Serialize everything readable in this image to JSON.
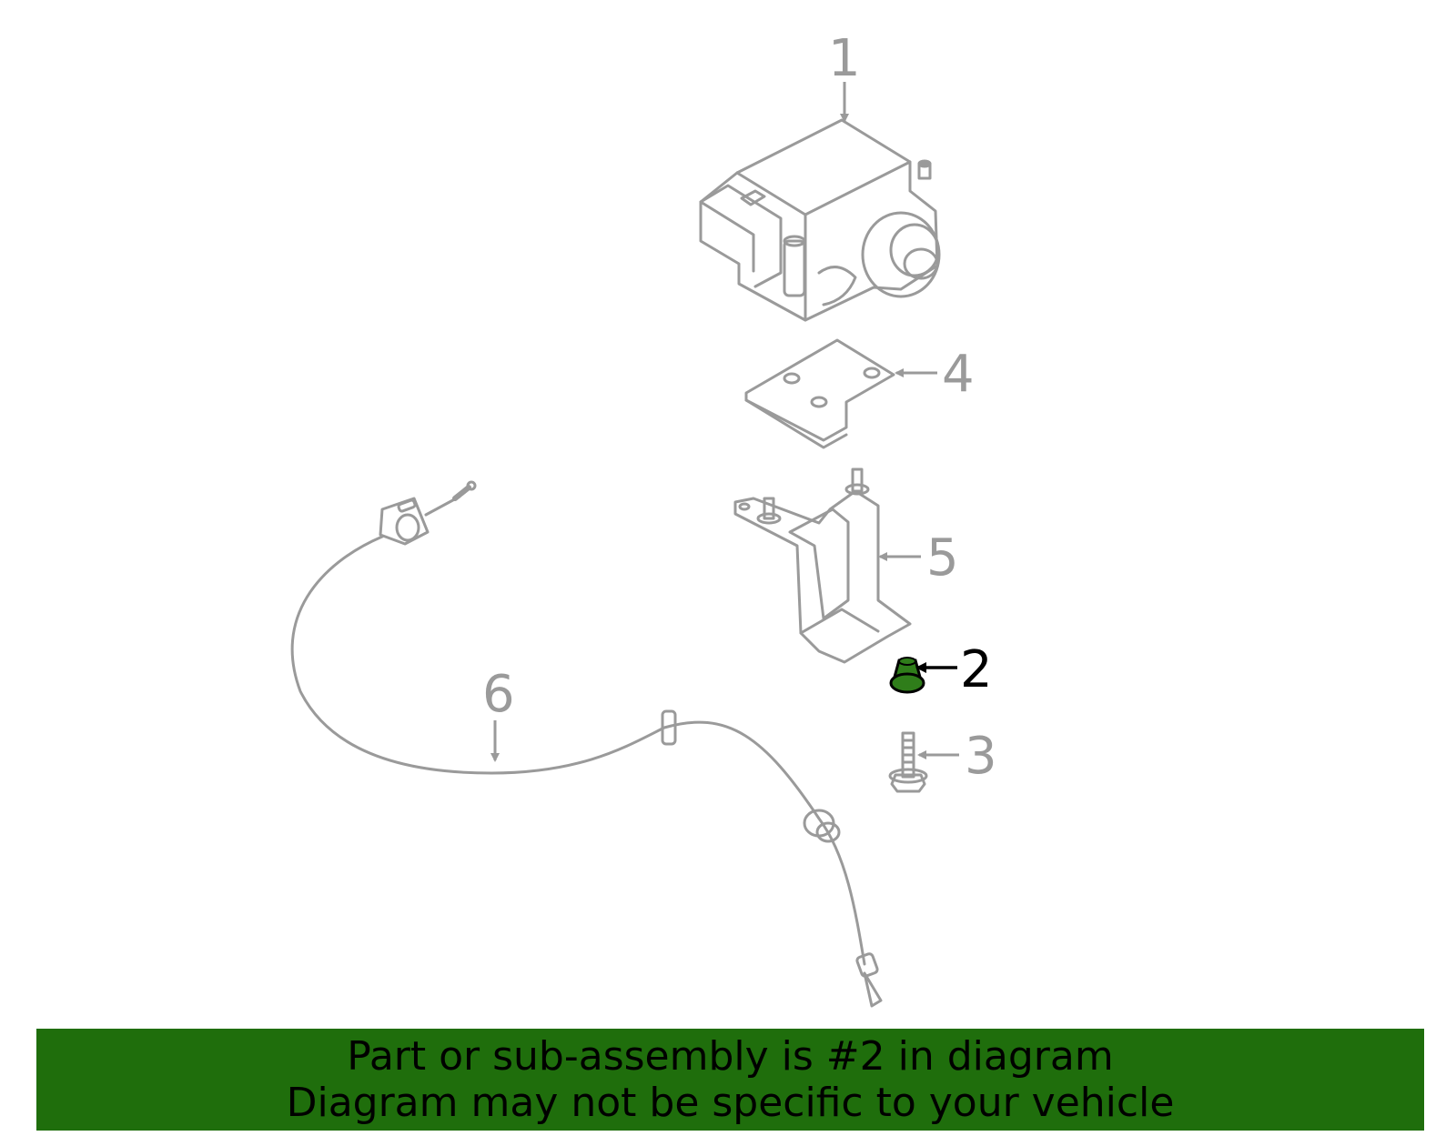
{
  "callouts": {
    "c1": "1",
    "c2": "2",
    "c3": "3",
    "c4": "4",
    "c5": "5",
    "c6": "6"
  },
  "banner": {
    "line1": "Part or sub-assembly is #2 in diagram",
    "line2": "Diagram may not be specific to your vehicle"
  },
  "colors": {
    "drawing_stroke": "#9a9a9a",
    "highlight_part": "#2f7d1a",
    "banner_bg": "#1f6e0c"
  }
}
